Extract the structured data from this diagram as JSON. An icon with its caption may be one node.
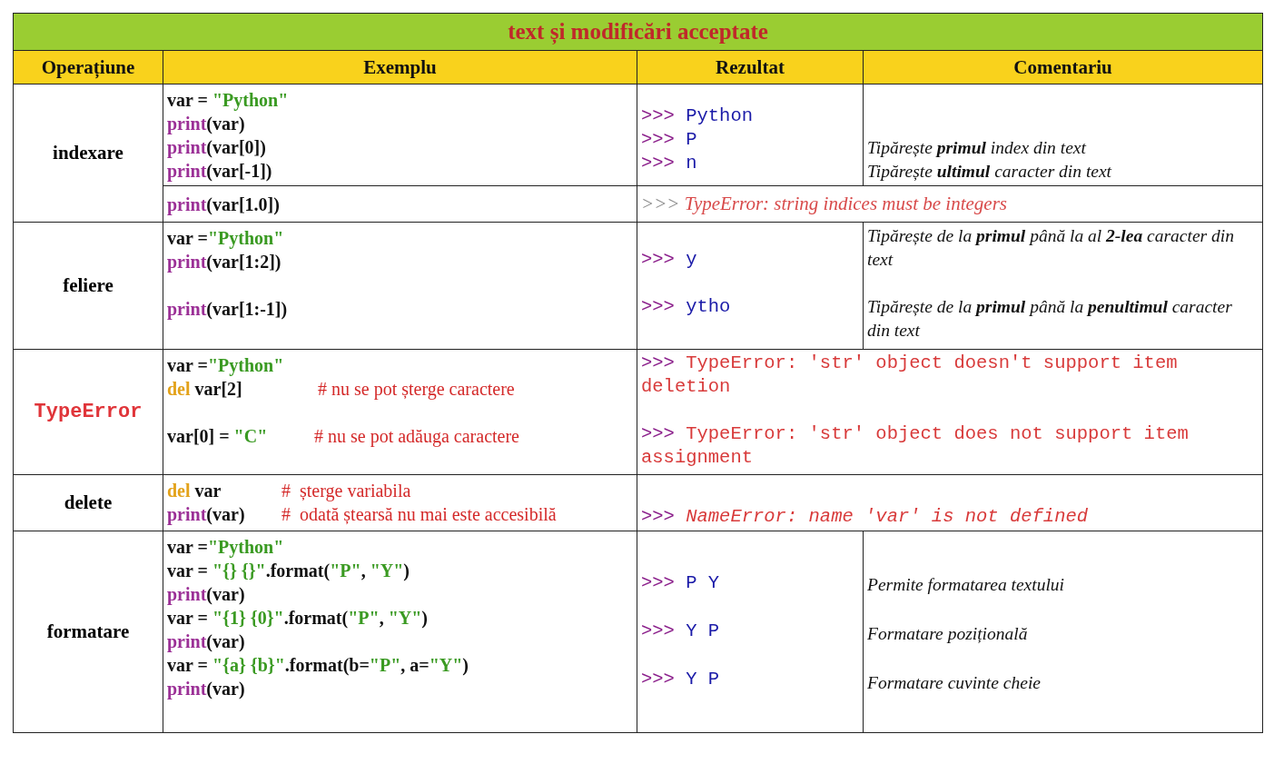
{
  "diagram": {
    "title": "text și modificări acceptate",
    "labels": [
      "Operațiune",
      "Exemplu",
      "Rezultat",
      "Comentariu",
      "indexare",
      "var = \"Python\"",
      "print(var)",
      "print(var[0])",
      "print(var[-1])",
      ">>> Python",
      ">>> P",
      ">>> n",
      "Tipărește **primul** index din text",
      "Tipărește **ultimul** caracter din text",
      "print(var[1.0])",
      ">>> TypeError: string indices must be integers",
      "feliere",
      "var =\"Python\"",
      "print(var[1:2])",
      "print(var[1:-1])",
      ">>> y",
      ">>> ytho",
      "Tipărește de la **primul** până la al **2-lea** caracter din text",
      "Tipărește de la **primul** până la **penultimul** caracter din text",
      "TypeError",
      "var =\"Python\"",
      "del var[2]",
      "# nu se pot șterge caractere",
      "var[0] = \"C\"",
      "# nu se pot adăuga caractere",
      ">>> TypeError: 'str' object doesn't support item deletion",
      ">>> TypeError: 'str' object does not support item assignment",
      "delete",
      "del var",
      "#  șterge variabila",
      "print(var)",
      "#  odată ștearsă nu mai este accesibilă",
      ">>> NameError: name 'var' is not defined",
      "formatare",
      "var =\"Python\"",
      "var = \"{} {}\".format(\"P\", \"Y\")",
      "print(var)",
      "var = \"{1} {0}\".format(\"P\", \"Y\")",
      "print(var)",
      "var = \"{a} {b}\".format(b=\"P\", a=\"Y\")",
      "print(var)",
      ">>> P Y",
      ">>> Y P",
      ">>> Y P",
      "Permite formatarea textului",
      "Formatare pozițională",
      "Formatare cuvinte cheie"
    ]
  }
}
